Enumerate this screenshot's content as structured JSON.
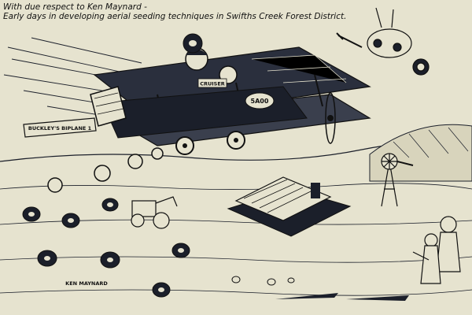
{
  "caption": {
    "line1": "With due respect to Ken Maynard -",
    "line2": "Early days in developing aerial seeding techniques in Swifths Creek Forest District."
  },
  "banner": {
    "text": "BUCKLEY'S BIPLANE 1"
  },
  "fuselage_label": "5A00",
  "cockpit_label": "CRUISER",
  "signature": "KEN MAYNARD",
  "palette": {
    "paper": "#e6e3cf",
    "ink": "#1b1f2a",
    "board_edge": "#1a1a1a"
  }
}
